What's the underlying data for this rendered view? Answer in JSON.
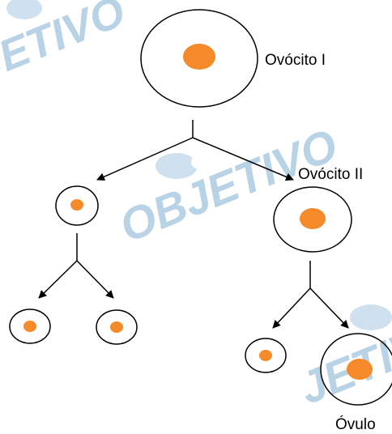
{
  "watermark": {
    "text": "OBJETIVO",
    "partial_text": "JETIVO",
    "color": "#b9d3e6"
  },
  "labels": {
    "oocyte_1": "Ovócito I",
    "oocyte_2": "Ovócito II",
    "ovum": "Óvulo"
  },
  "colors": {
    "nucleus": "#f58a2a",
    "outline": "#000000",
    "background": "#ffffff"
  }
}
